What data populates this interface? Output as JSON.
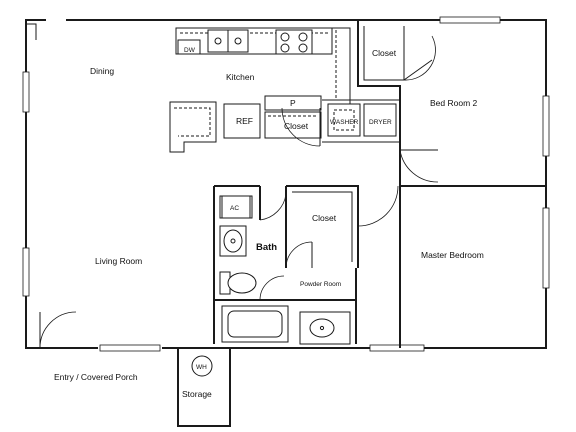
{
  "rooms": {
    "dining": "Dining",
    "kitchen": "Kitchen",
    "closet_top": "Closet",
    "bedroom2": "Bed Room 2",
    "closet_mid": "Closet",
    "living_room": "Living Room",
    "bath": "Bath",
    "master_bedroom": "Master Bedroom",
    "powder_room": "Powder Room",
    "entry_porch": "Entry / Covered Porch",
    "storage": "Storage"
  },
  "fixtures": {
    "dishwasher": "DW",
    "refrigerator": "REF",
    "pantry": "P",
    "kitchen_closet": "Closet",
    "washer": "WASHER",
    "dryer": "DRYER",
    "ac": "AC",
    "water_heater": "WH"
  }
}
